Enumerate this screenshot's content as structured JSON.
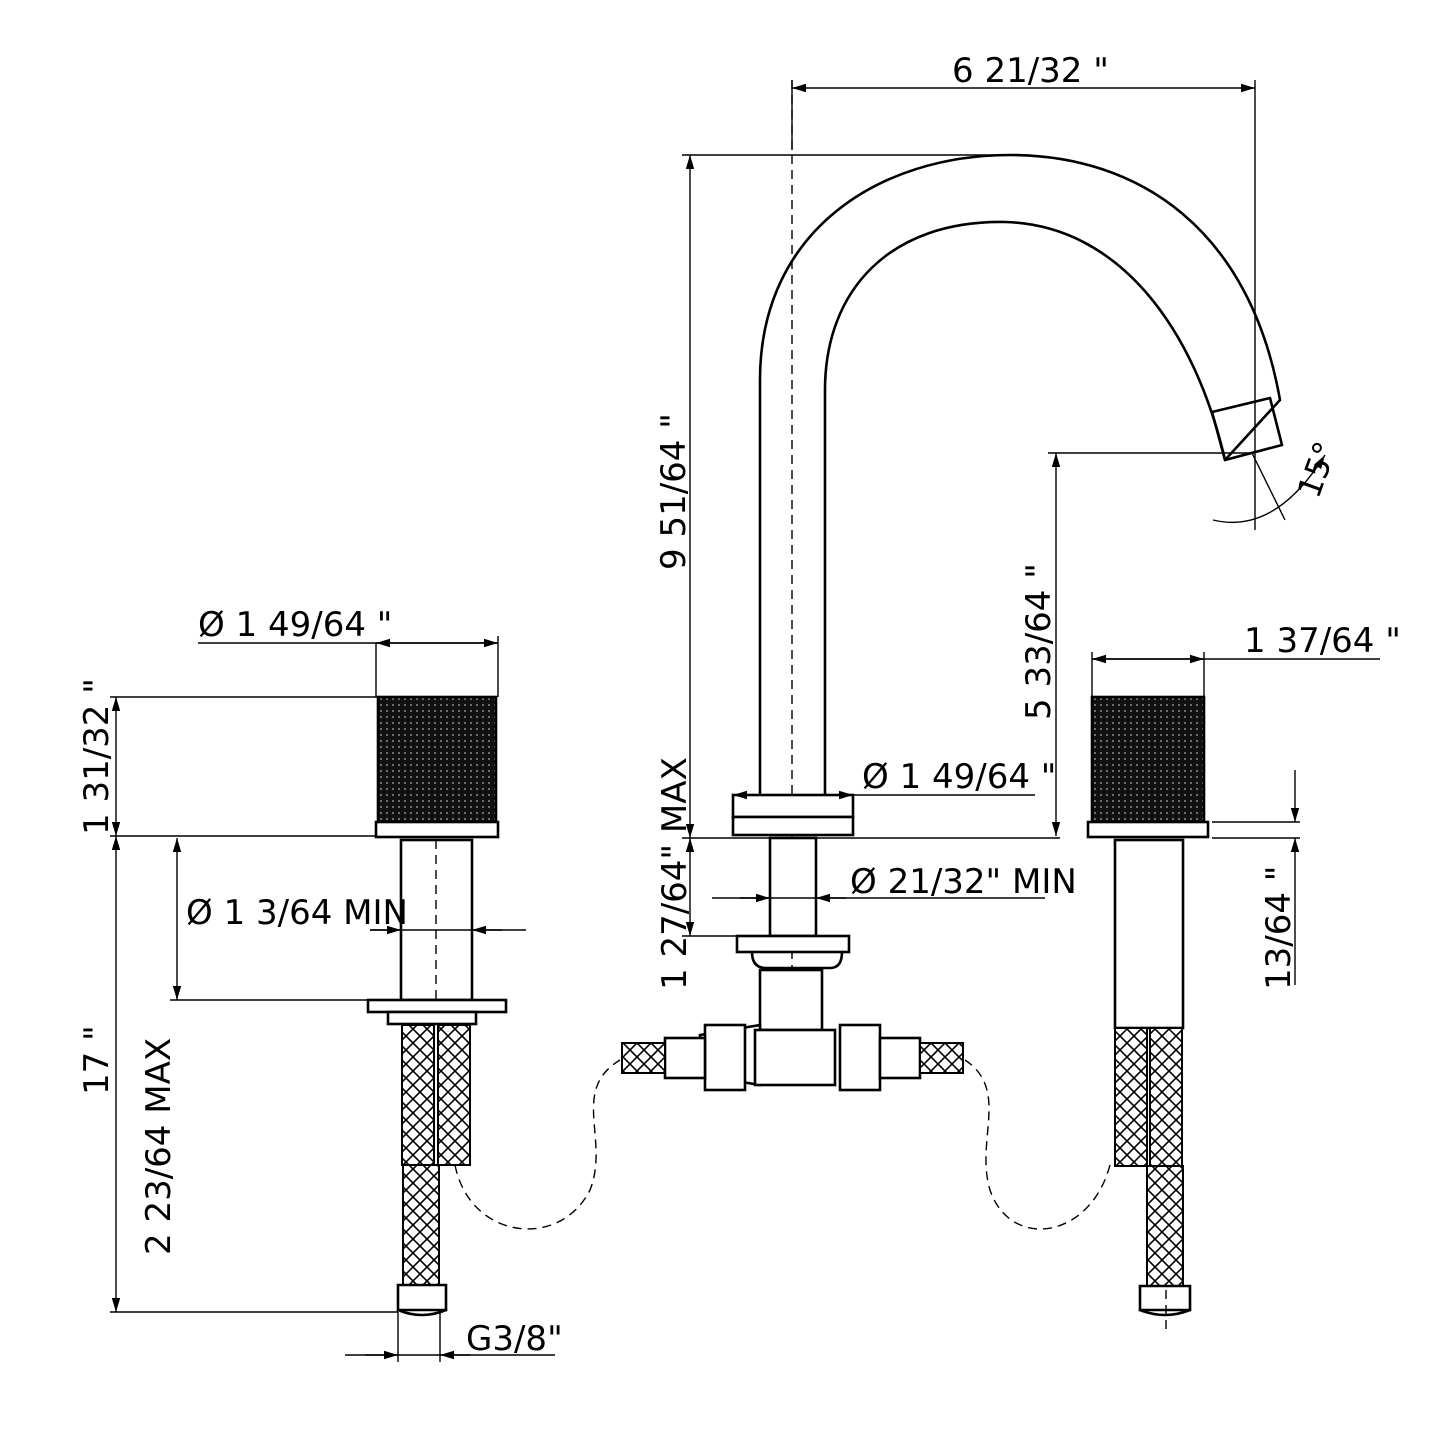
{
  "dimensions": {
    "spout_reach": "6  21/32 \"",
    "spout_height": "9  51/64 \"",
    "spout_outlet_height": "5  33/64 \"",
    "spout_angle": "15°",
    "left_handle_diameter": "Ø 1  49/64  \"",
    "left_handle_height": "1  31/32 \"",
    "left_hole_min": "Ø 1  3/64 MIN",
    "left_overall_length": "17 \"",
    "deck_thickness_max": "2  23/64 MAX",
    "connection_thread": "G3/8\"",
    "spout_base_diameter": "Ø 1  49/64 \"",
    "spout_hole_min": "Ø  21/32\" MIN",
    "spout_deck_max": "1  27/64\" MAX",
    "right_handle_diameter": "1  37/64 \"",
    "right_small_offset": "13/64 \""
  }
}
